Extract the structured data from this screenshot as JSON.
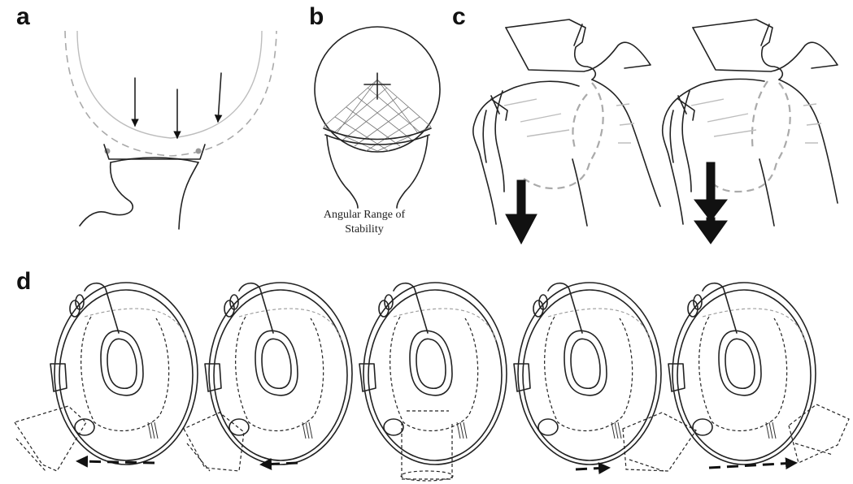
{
  "panels": {
    "a": {
      "label": "a"
    },
    "b": {
      "label": "b",
      "caption_line1": "Angular Range of",
      "caption_line2": "Stability"
    },
    "c": {
      "label": "c"
    },
    "d": {
      "label": "d",
      "frame_count": 5,
      "arrow_directions": [
        "left",
        "left",
        "none",
        "right",
        "right"
      ]
    }
  },
  "colors": {
    "ink": "#222222",
    "guide": "#aaaaaa",
    "background": "#ffffff"
  }
}
